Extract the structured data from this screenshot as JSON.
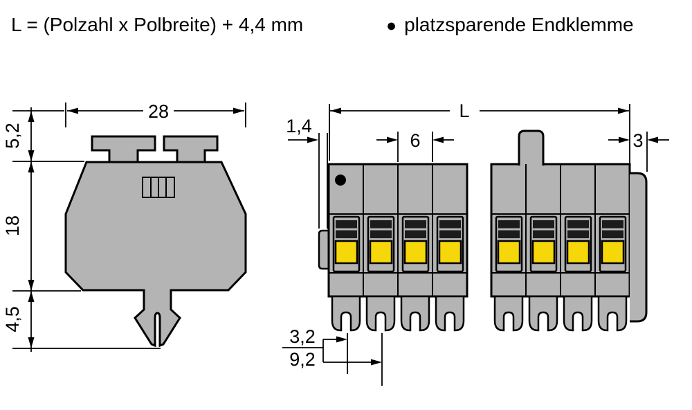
{
  "header": {
    "formula": "L = (Polzahl x Polbreite) + 4,4 mm",
    "feature_bullet": "●",
    "feature_text": "platzsparende Endklemme"
  },
  "side_view": {
    "width_label": "28",
    "tab_height_label": "5,2",
    "body_height_label": "18",
    "foot_height_label": "4,5"
  },
  "front_view": {
    "length_label": "L",
    "wall_thickness_label": "1,4",
    "pitch_label": "6",
    "end_plate_label": "3",
    "foot_dim_top_label": "3,2",
    "foot_dim_bottom_label": "9,2"
  },
  "colors": {
    "body": "#b4b4b4",
    "lever": "#f5d70a",
    "dark": "#1c1c1c",
    "line": "#000000",
    "background": "#ffffff"
  }
}
